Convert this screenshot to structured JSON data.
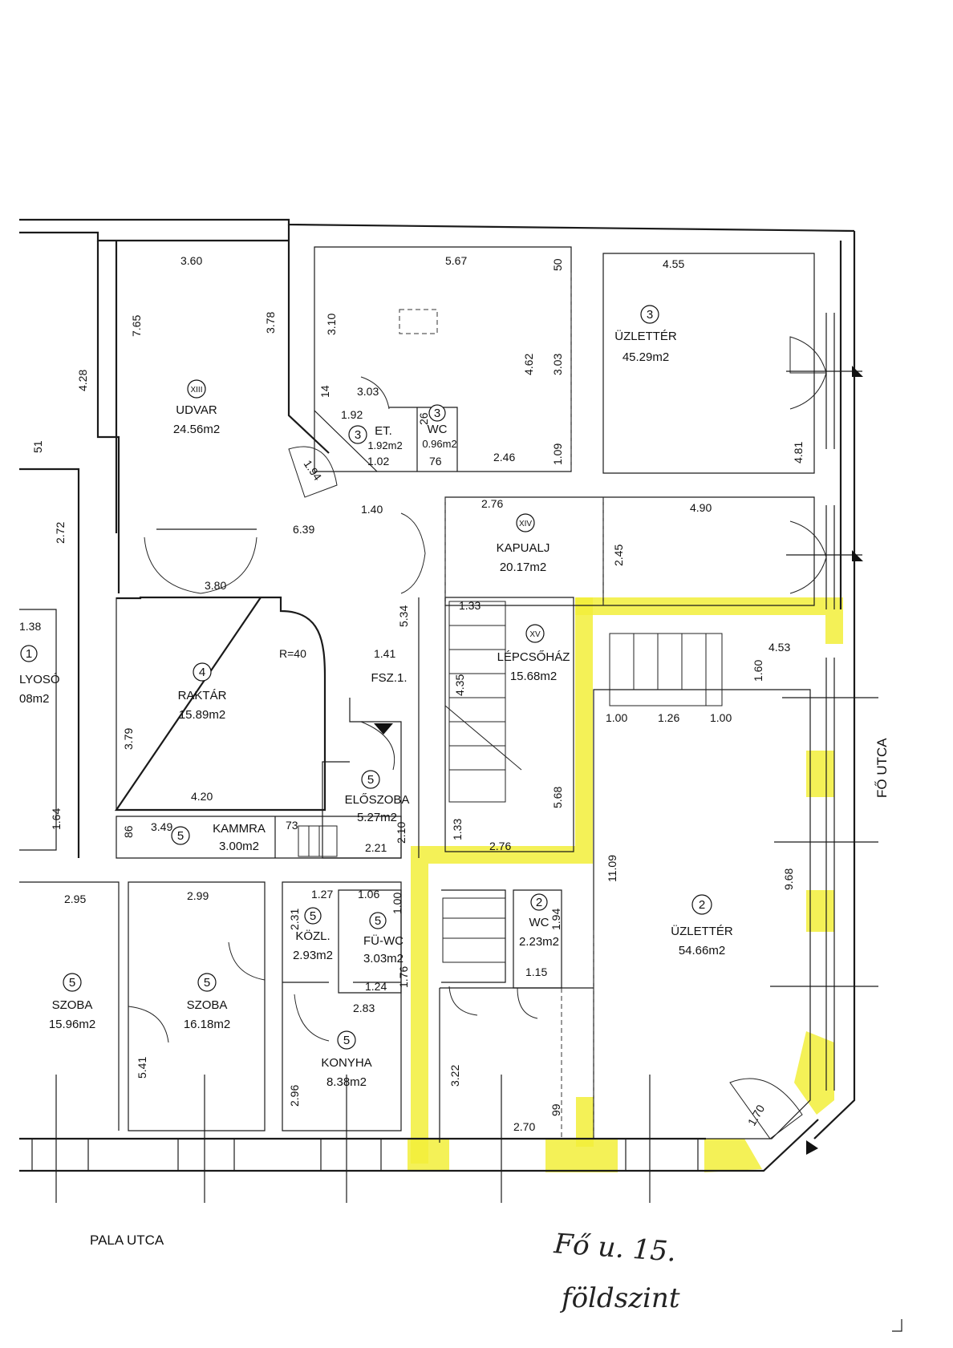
{
  "street_west": "PALA UTCA",
  "street_east": "FŐ UTCA",
  "handwritten": {
    "address": "Fő u. 15.",
    "level": "földszint"
  },
  "rooms": {
    "udvar": {
      "num": "XIII",
      "name": "UDVAR",
      "area": "24.56m2"
    },
    "uzletter3": {
      "num": "3",
      "name": "ÜZLETTÉR",
      "area": "45.29m2"
    },
    "et3": {
      "num": "3",
      "name": "ET.",
      "area": "1.92m2"
    },
    "wc3": {
      "num": "3",
      "name": "WC",
      "area": "0.96m2"
    },
    "kapualj": {
      "num": "XIV",
      "name": "KAPUALJ",
      "area": "20.17m2"
    },
    "lepcsohaz": {
      "num": "XV",
      "name": "LÉPCSŐHÁZ",
      "area": "15.68m2"
    },
    "raktar": {
      "num": "4",
      "name": "RAKTÁR",
      "area": "15.89m2"
    },
    "fsz": {
      "name": "FSZ.1."
    },
    "eloszoba": {
      "num": "5",
      "name": "ELŐSZOBA",
      "area": "5.27m2"
    },
    "kammra": {
      "num": "5",
      "name": "KAMMRA",
      "area": "3.00m2"
    },
    "folyoso": {
      "num": "1",
      "name": "LYOSÓ",
      "area": "08m2"
    },
    "szoba1": {
      "num": "5",
      "name": "SZOBA",
      "area": "15.96m2"
    },
    "szoba2": {
      "num": "5",
      "name": "SZOBA",
      "area": "16.18m2"
    },
    "kozl": {
      "num": "5",
      "name": "KÖZL.",
      "area": "2.93m2"
    },
    "fuwc": {
      "num": "5",
      "name": "FÜ-WC",
      "area": "3.03m2"
    },
    "konyha": {
      "num": "5",
      "name": "KONYHA",
      "area": "8.38m2"
    },
    "wc2": {
      "num": "2",
      "name": "WC",
      "area": "2.23m2"
    },
    "uzletter2": {
      "num": "2",
      "name": "ÜZLETTÉR",
      "area": "54.66m2"
    }
  },
  "dims": {
    "d360": "3.60",
    "d567": "5.67",
    "d50": "50",
    "d455": "4.55",
    "d765": "7.65",
    "d378": "3.78",
    "d310": "3.10",
    "d462": "4.62",
    "d303v": "3.03",
    "d428": "4.28",
    "d14": "14",
    "d303": "3.03",
    "d192": "1.92",
    "d26": "26",
    "d102": "1.02",
    "d76": "76",
    "d246": "2.46",
    "d109": "1.09",
    "d481": "4.81",
    "d51": "51",
    "d194": "1.94",
    "d140": "1.40",
    "d276": "2.76",
    "d490": "4.90",
    "d639": "6.39",
    "d245": "2.45",
    "d272": "2.72",
    "d380": "3.80",
    "d534": "5.34",
    "d133": "1.33",
    "d138": "1.38",
    "r40": "R=40",
    "d141": "1.41",
    "d435": "4.35",
    "d453": "4.53",
    "d160": "1.60",
    "d100a": "1.00",
    "d126": "1.26",
    "d100b": "1.00",
    "d379": "3.79",
    "d420": "4.20",
    "d568": "5.68",
    "d164": "1.64",
    "d86": "86",
    "d349": "3.49",
    "d73": "73",
    "d210": "2.10",
    "d221": "2.21",
    "d133b": "1.33",
    "d276b": "2.76",
    "d1109": "11.09",
    "d295": "2.95",
    "d299": "2.99",
    "d127": "1.27",
    "d231": "2.31",
    "d106": "1.06",
    "d100c": "1.00",
    "d194b": "1.94",
    "d968": "9.68",
    "d124": "1.24",
    "d176": "1.76",
    "d115": "1.15",
    "d283": "2.83",
    "d541": "5.41",
    "d322": "3.22",
    "d296": "2.96",
    "d99": "99",
    "d270": "2.70",
    "d170": "1.70"
  },
  "colors": {
    "highlight": "#f2ee3a",
    "ink": "#1a1a1a"
  }
}
